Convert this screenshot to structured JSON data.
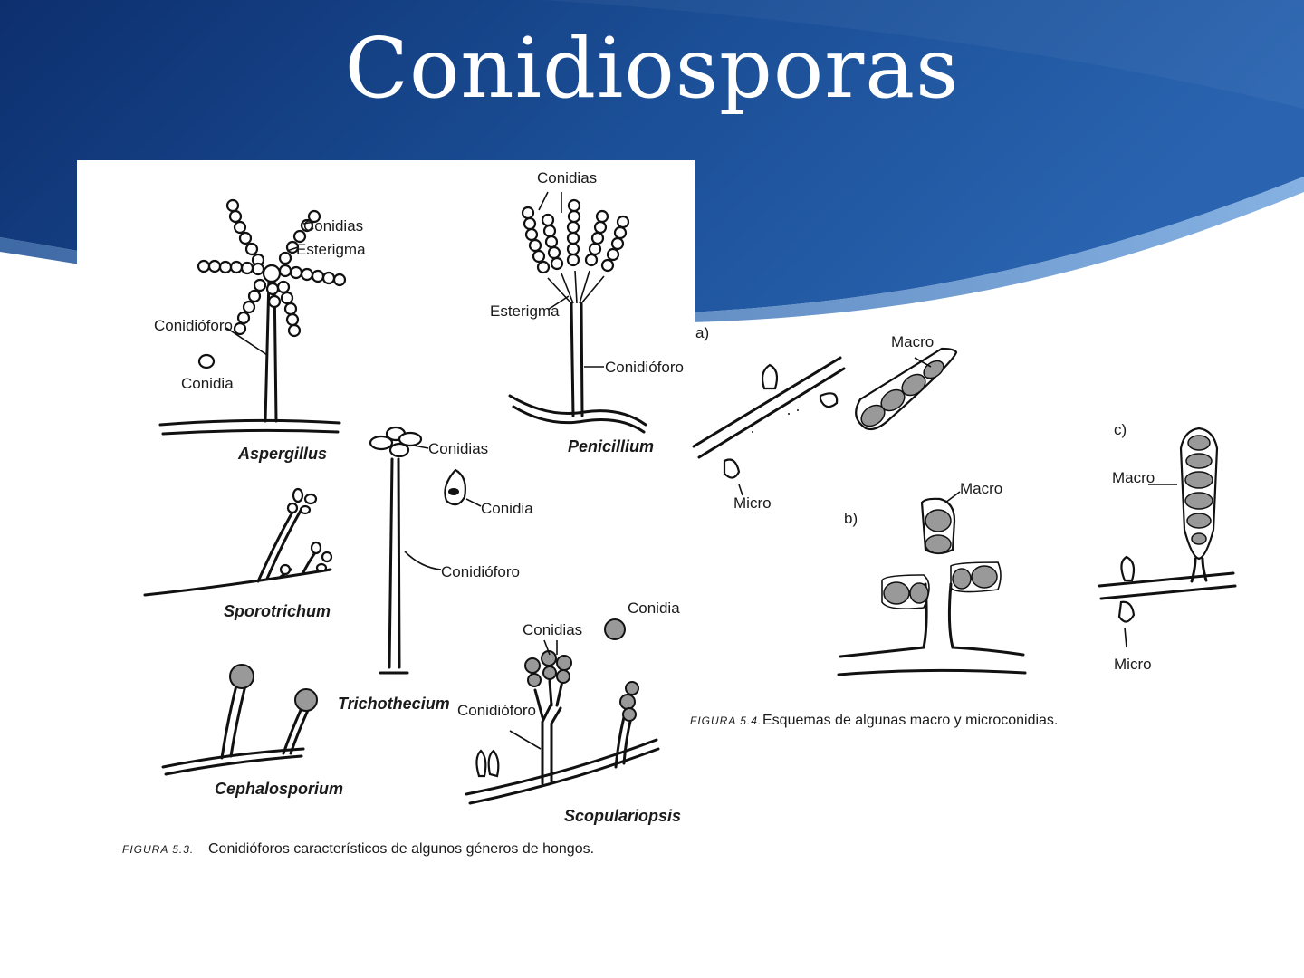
{
  "slide": {
    "title": "Conidiosporas",
    "colors": {
      "header_dark": "#0d2f6e",
      "header_mid": "#1e5ba8",
      "header_light": "#5b95d6",
      "background": "#ffffff"
    }
  },
  "figure_5_3": {
    "labels": {
      "conidias_a": "Conidias",
      "esterigma_a": "Esterigma",
      "conidioforo_a": "Conidióforo",
      "conidia_a": "Conidia",
      "conidias_p": "Conidias",
      "esterigma_p": "Esterigma",
      "conidioforo_p": "Conidióforo",
      "conidias_t": "Conidias",
      "conidia_t": "Conidia",
      "conidioforo_t": "Conidióforo",
      "conidias_s": "Conidias",
      "conidia_s": "Conidia",
      "conidioforo_s": "Conidióforo"
    },
    "genera": {
      "aspergillus": "Aspergillus",
      "penicillium": "Penicillium",
      "sporotrichum": "Sporotrichum",
      "trichothecium": "Trichothecium",
      "cephalosporium": "Cephalosporium",
      "scopulariopsis": "Scopulariopsis"
    },
    "caption_prefix": "FIGURA 5.3.",
    "caption_text": "Conidióforos característicos de algunos géneros de hongos."
  },
  "figure_5_4": {
    "panels": {
      "a": "a)",
      "b": "b)",
      "c": "c)"
    },
    "labels": {
      "macro_a": "Macro",
      "micro_a": "Micro",
      "macro_b": "Macro",
      "macro_c": "Macro",
      "micro_c": "Micro"
    },
    "caption_prefix": "FIGURA 5.4.",
    "caption_text": "Esquemas de algunas macro y microconidias."
  }
}
